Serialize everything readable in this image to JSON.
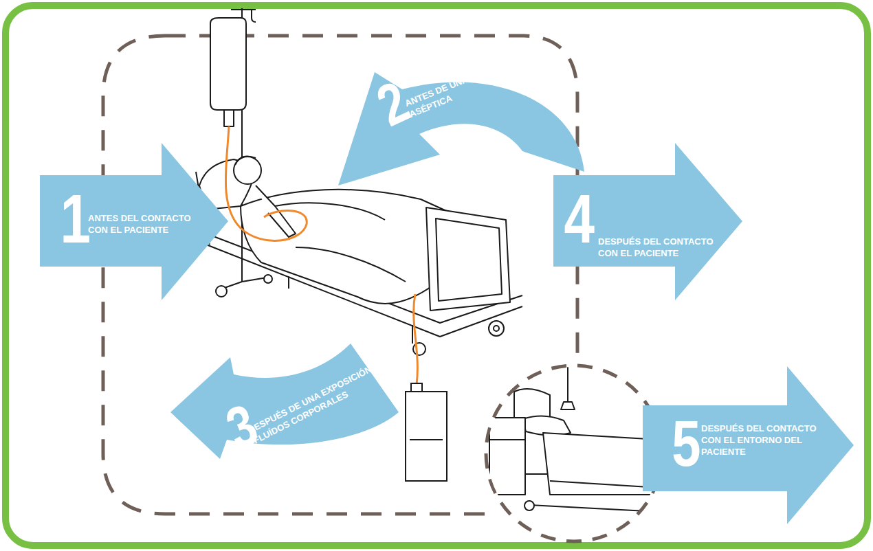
{
  "diagram": {
    "nodes": [
      {
        "text": [
          "1",
          "ANTES DEL CONTACTO CON EL PACIENTE"
        ]
      },
      {
        "text": [
          "2",
          "ANTES DE UNA TAREA ASÉPTICA"
        ]
      },
      {
        "text": [
          "3",
          "DESPUÉS DE UNA EXPOSICIÓN A FLUÍDOS CORPORALES"
        ]
      },
      {
        "text": [
          "4",
          "DESPUÉS DEL CONTACTO CON EL PACIENTE"
        ]
      },
      {
        "text": [
          "5",
          "DESPUÉS DEL CONTACTO CON EL ENTORNO DEL PACIENTE"
        ]
      }
    ]
  }
}
